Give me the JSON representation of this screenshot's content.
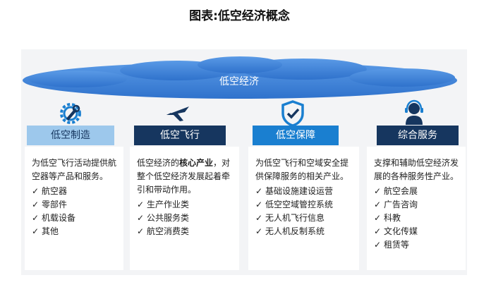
{
  "title": "图表:低空经济概念",
  "center": "低空经济",
  "colors": {
    "dark_blue": "#16365f",
    "blue": "#1a7fd0",
    "light_blue": "#9dc8ec",
    "cloud": "#3a7fd6"
  },
  "columns": [
    {
      "label": "低空制造",
      "icon": "gear-wrench-icon",
      "desc_parts": [
        "为低空飞行活动提供航空器等产品和服务。"
      ],
      "items": [
        "航空器",
        "零部件",
        "机载设备",
        "其他"
      ]
    },
    {
      "label": "低空飞行",
      "icon": "airplane-icon",
      "desc_parts": [
        "低空经济的",
        "核心产业",
        "，对整个低空经济发展起着牵引和带动作用。"
      ],
      "items": [
        "生产作业类",
        "公共服务类",
        "航空消费类"
      ]
    },
    {
      "label": "低空保障",
      "icon": "shield-check-icon",
      "desc_parts": [
        "为低空飞行和空域安全提供保障服务的相关产业。"
      ],
      "items": [
        "基础设施建设运营",
        "低空空域管控系统",
        "无人机飞行信息",
        "无人机反制系统"
      ]
    },
    {
      "label": "综合服务",
      "icon": "headset-agent-icon",
      "desc_parts": [
        "支撑和辅助低空经济发展的各种服务性产业。"
      ],
      "items": [
        "航空会展",
        "广告咨询",
        "科教",
        "文化传媒",
        "租赁等"
      ]
    }
  ],
  "check_glyph": "✓"
}
